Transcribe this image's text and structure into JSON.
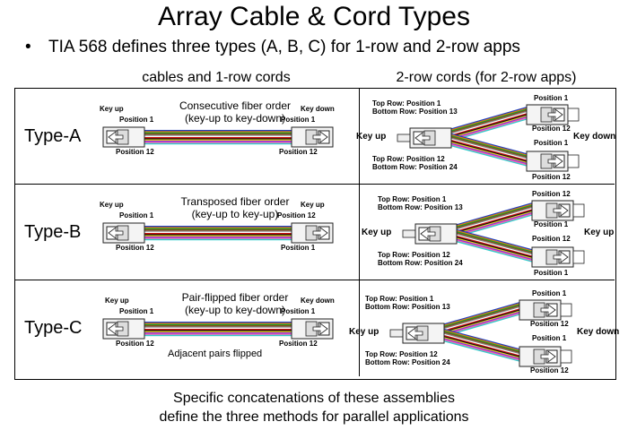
{
  "title": "Array Cable & Cord Types",
  "subtitle": "TIA 568 defines three types (A, B, C) for 1-row and 2-row apps",
  "columns": {
    "left": "cables and 1-row cords",
    "right": "2-row cords (for 2-row apps)"
  },
  "rows": [
    {
      "type": "Type-A",
      "desc1": "Consecutive fiber order",
      "desc2": "(key-up to key-down)",
      "left_key": "Key up",
      "right_key": "Key down",
      "pos1": "Position 1",
      "pos12": "Position 12",
      "extra": "",
      "fan_top": "Top Row: Position 1",
      "fan_top2": "Bottom Row: Position 13",
      "fan_bot": "Top Row: Position 12",
      "fan_bot2": "Bottom Row: Position 24",
      "fan_key": "Key up",
      "fan_key_right": "Key down",
      "u_top": "Position 1",
      "u_bot": "Position 12",
      "l_top": "Position 1",
      "l_bot": "Position 12"
    },
    {
      "type": "Type-B",
      "desc1": "Transposed fiber order",
      "desc2": "(key-up to key-up)",
      "left_key": "Key up",
      "right_key": "Key up",
      "pos1": "Position 1",
      "pos12": "Position 12",
      "pos1_r": "Position 1",
      "pos12_r": "Position 12",
      "extra": "",
      "fan_top": "Top Row: Position 1",
      "fan_top2": "Bottom Row: Position 13",
      "fan_bot": "Top Row: Position 12",
      "fan_bot2": "Bottom Row: Position 24",
      "fan_key": "Key up",
      "fan_key_right": "Key up",
      "u_top": "Position 12",
      "u_bot": "Position 1",
      "l_top": "Position 12",
      "l_bot": "Position 1"
    },
    {
      "type": "Type-C",
      "desc1": "Pair-flipped fiber order",
      "desc2": "(key-up to key-down)",
      "left_key": "Key up",
      "right_key": "Key down",
      "pos1": "Position 1",
      "pos12": "Position 12",
      "extra": "Adjacent pairs flipped",
      "fan_top": "Top Row: Position 1",
      "fan_top2": "Bottom Row: Position 13",
      "fan_bot": "Top Row: Position 12",
      "fan_bot2": "Bottom Row: Position 24",
      "fan_key": "Key up",
      "fan_key_right": "Key down",
      "u_top": "Position 1",
      "u_bot": "Position 12",
      "l_top": "Position 1",
      "l_bot": "Position 12"
    }
  ],
  "footer1": "Specific concatenations of these assemblies",
  "footer2": "define the three methods for parallel applications",
  "fiber_colors": [
    "#1f3fbf",
    "#e07a10",
    "#1a9a2a",
    "#8a4a1a",
    "#808080",
    "#ffffff",
    "#d01010",
    "#111111",
    "#e6d21a",
    "#8a2be2",
    "#ff66aa",
    "#33cccc"
  ]
}
